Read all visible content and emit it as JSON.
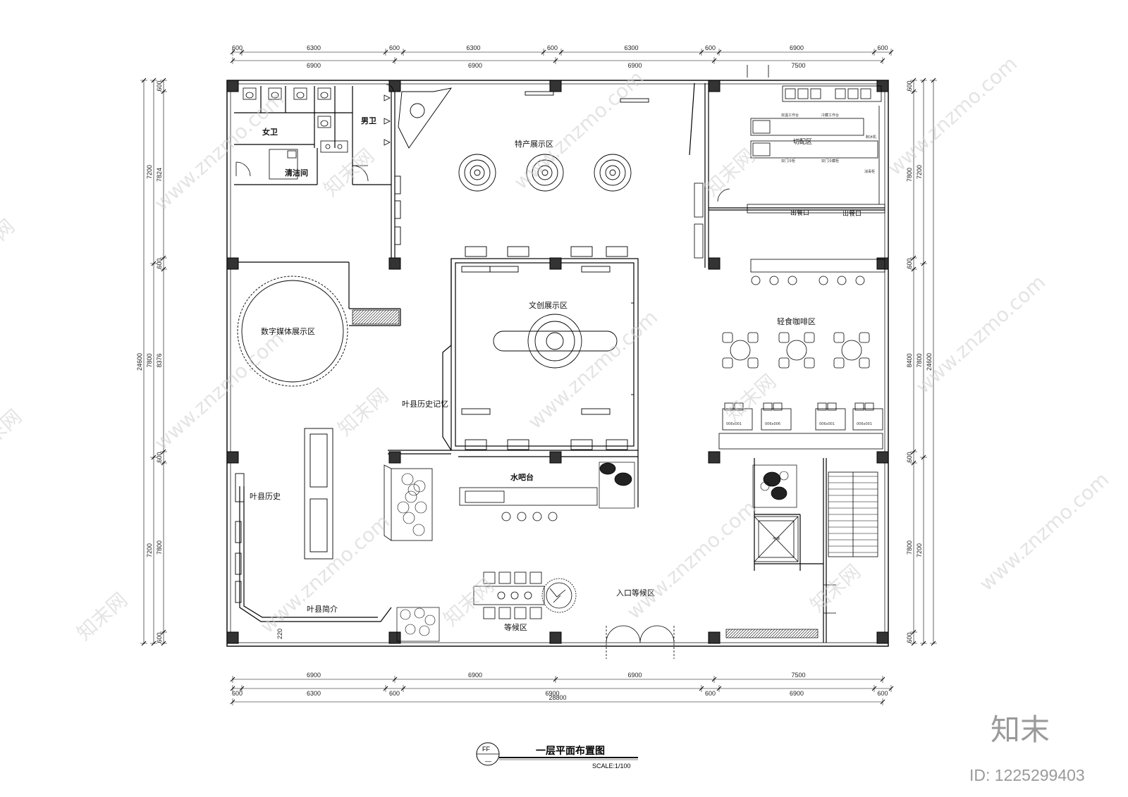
{
  "drawing": {
    "title": "一层平面布置图",
    "scale": "SCALE:1/100",
    "tag": "FF",
    "tag_sub": "—"
  },
  "dimensions": {
    "top_inner": [
      "600",
      "6300",
      "600",
      "6300",
      "600",
      "6300",
      "600",
      "6900",
      "600"
    ],
    "top_outer": [
      "6900",
      "6900",
      "6900",
      "7500"
    ],
    "bottom_inner": [
      "6900",
      "6900",
      "6900",
      "7500"
    ],
    "bottom_outer": [
      "600",
      "6300",
      "600",
      "6900",
      "600",
      "6900",
      "600"
    ],
    "bottom_total": "28800",
    "left_inner": [
      "600",
      "7824",
      "600",
      "8376",
      "600",
      "7800",
      "600"
    ],
    "left_outer": [
      "7200",
      "7800",
      "7200"
    ],
    "left_total": "24600",
    "right_inner": [
      "600",
      "7800",
      "600",
      "8400",
      "600",
      "7800",
      "600"
    ],
    "right_outer": [
      "7200",
      "7800",
      "7200"
    ],
    "right_total": "24600",
    "stair_note": "220"
  },
  "rooms": {
    "womens_wc": "女卫",
    "mens_wc": "男卫",
    "cleaning": "清洁间",
    "specialty_display": "特产展示区",
    "prep_area": "切配区",
    "serving_window_1": "出餐口",
    "serving_window_2": "出餐口",
    "digital_media": "数字媒体展示区",
    "creative_display": "文创展示区",
    "light_cafe": "轻食咖啡区",
    "history_memory": "叶县历史记忆",
    "history": "叶县历史",
    "water_bar": "水吧台",
    "intro": "叶县简介",
    "entrance_waiting": "入口等候区",
    "waiting": "等候区",
    "elevator": "电梯"
  },
  "equipment_labels": {
    "k1": "双温工作台",
    "k2": "冷藏工作台",
    "k3": "双门冷柜",
    "k4": "双门冷藏柜",
    "k5": "制冰机",
    "k6": "消毒柜",
    "c1": "006x001",
    "c2": "006x006",
    "c3": "006x001",
    "c4": "006x001"
  },
  "watermark": {
    "site": "www.znzmo.com",
    "brand": "知末网",
    "logo": "知末",
    "id": "ID: 1225299403"
  }
}
